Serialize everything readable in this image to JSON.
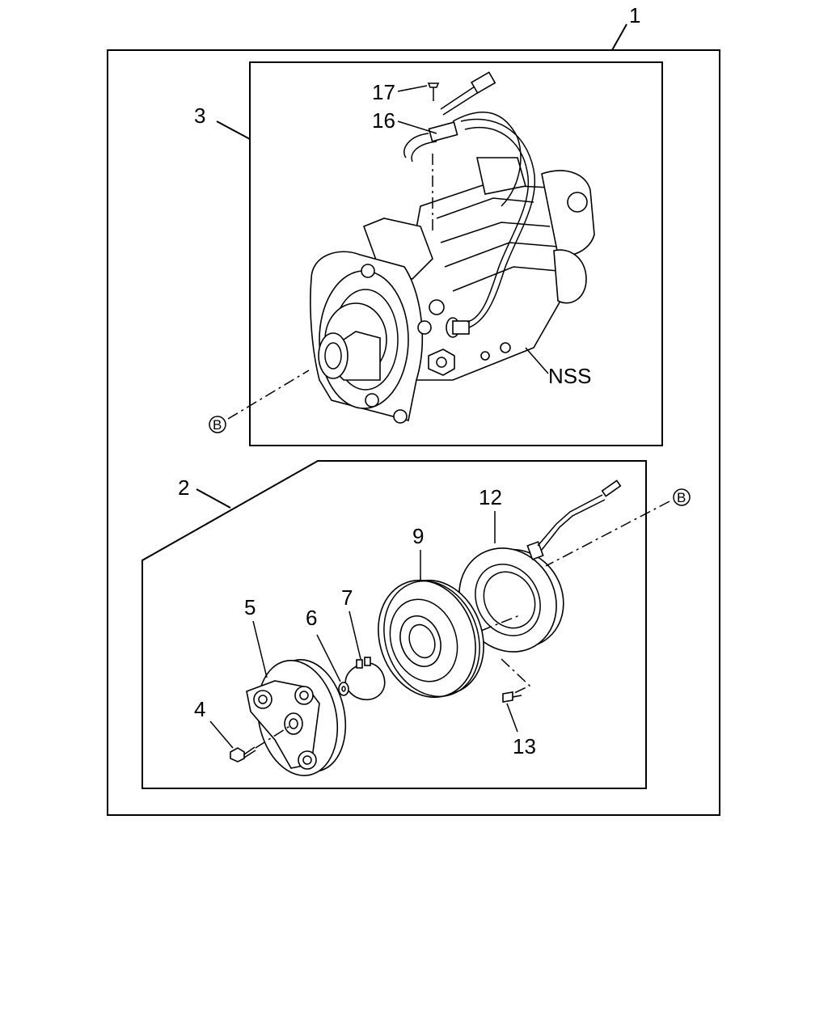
{
  "callouts": {
    "c1": "1",
    "c2": "2",
    "c3": "3",
    "c4": "4",
    "c5": "5",
    "c6": "6",
    "c7": "7",
    "c9": "9",
    "c12": "12",
    "c13": "13",
    "c16": "16",
    "c17": "17",
    "nss": "NSS",
    "ref_b_upper": "B",
    "ref_b_lower": "B"
  }
}
